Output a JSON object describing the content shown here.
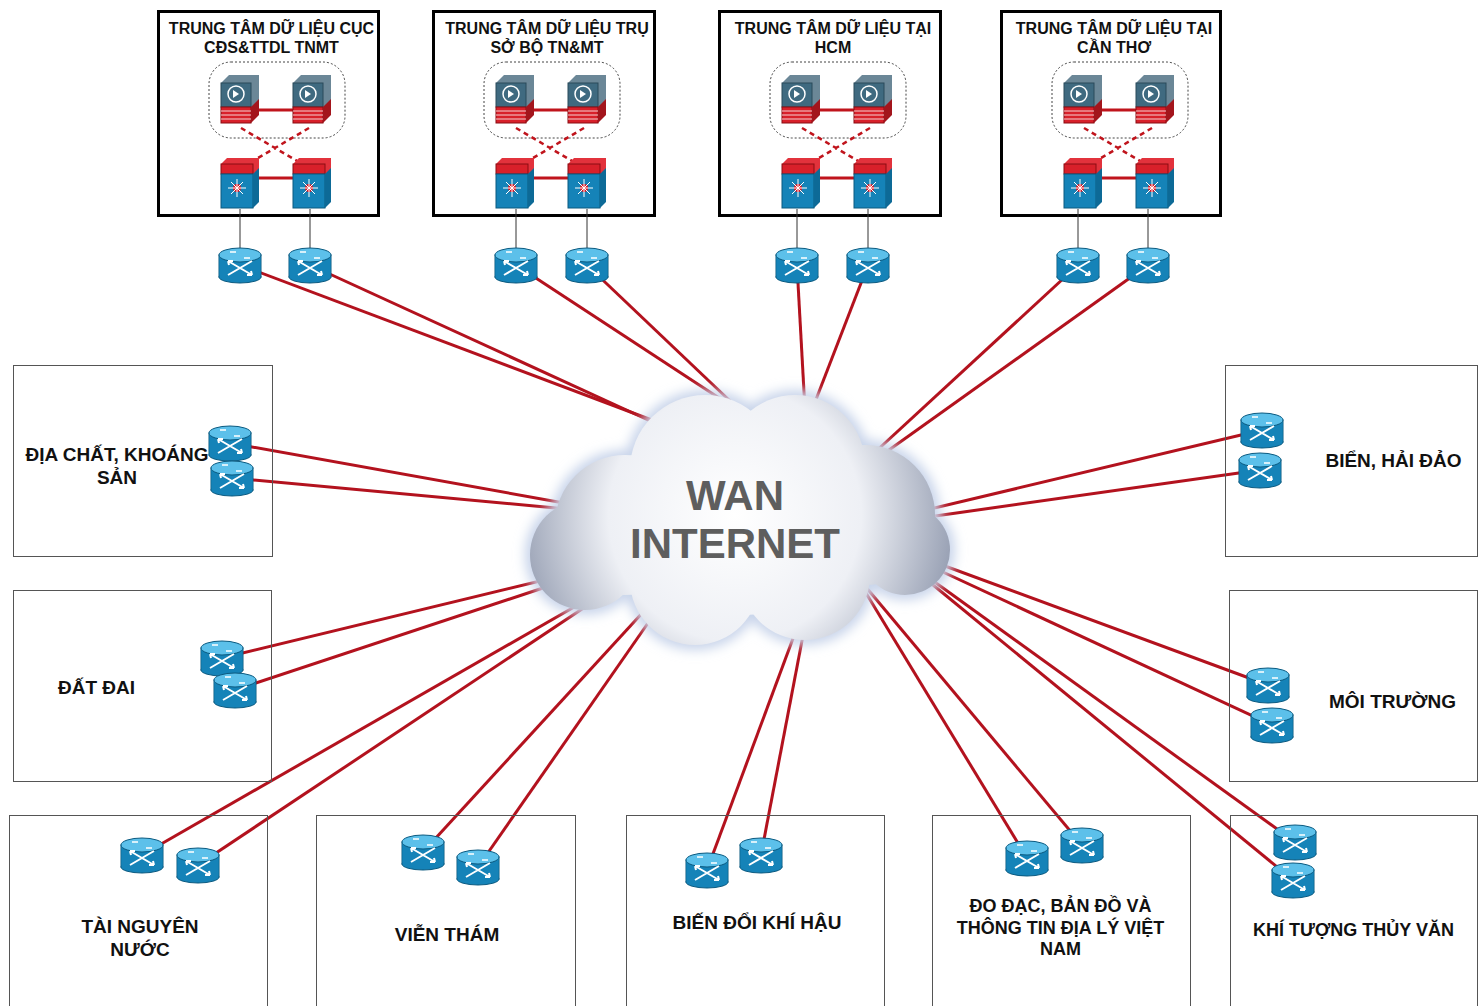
{
  "diagram": {
    "nodes": [
      {
        "text": [
          "TRUNG TÂM DỮ LIỆU CỤC CĐS&TTDL TNMT"
        ]
      },
      {
        "text": [
          "TRUNG TÂM DỮ LIỆU TRỤ SỞ BỘ TN&MT"
        ]
      },
      {
        "text": [
          "TRUNG TÂM DỮ LIỆU TẠI HCM"
        ]
      },
      {
        "text": [
          "TRUNG TÂM DỮ LIỆU TẠI CẦN THƠ"
        ]
      },
      {
        "text": [
          "ĐỊA CHẤT, KHOÁNG SẢN"
        ]
      },
      {
        "text": [
          "WAN INTERNET"
        ]
      },
      {
        "text": [
          "BIỂN, HẢI ĐẢO"
        ]
      },
      {
        "text": [
          "ĐẤT ĐAI"
        ]
      },
      {
        "text": [
          "MÔI TRƯỜNG"
        ]
      },
      {
        "text": [
          "TÀI NGUYÊN NƯỚC"
        ]
      },
      {
        "text": [
          "VIỄN THÁM"
        ]
      },
      {
        "text": [
          "BIẾN ĐỔI KHÍ HẬU"
        ]
      },
      {
        "text": [
          "ĐO ĐẠC, BẢN ĐỒ VÀ THÔNG TIN ĐỊA LÝ VIỆT NAM"
        ]
      },
      {
        "text": [
          "KHÍ TƯỢNG THỦY VĂN"
        ]
      }
    ],
    "edges": [
      {
        "from": 0,
        "to": 5,
        "arrow": "none"
      },
      {
        "from": 0,
        "to": 5,
        "arrow": "none"
      },
      {
        "from": 1,
        "to": 5,
        "arrow": "none"
      },
      {
        "from": 1,
        "to": 5,
        "arrow": "none"
      },
      {
        "from": 2,
        "to": 5,
        "arrow": "none"
      },
      {
        "from": 2,
        "to": 5,
        "arrow": "none"
      },
      {
        "from": 3,
        "to": 5,
        "arrow": "none"
      },
      {
        "from": 3,
        "to": 5,
        "arrow": "none"
      },
      {
        "from": 4,
        "to": 5,
        "arrow": "none"
      },
      {
        "from": 4,
        "to": 5,
        "arrow": "none"
      },
      {
        "from": 6,
        "to": 5,
        "arrow": "none"
      },
      {
        "from": 6,
        "to": 5,
        "arrow": "none"
      },
      {
        "from": 7,
        "to": 5,
        "arrow": "none"
      },
      {
        "from": 7,
        "to": 5,
        "arrow": "none"
      },
      {
        "from": 8,
        "to": 5,
        "arrow": "none"
      },
      {
        "from": 8,
        "to": 5,
        "arrow": "none"
      },
      {
        "from": 9,
        "to": 5,
        "arrow": "none"
      },
      {
        "from": 9,
        "to": 5,
        "arrow": "none"
      },
      {
        "from": 10,
        "to": 5,
        "arrow": "none"
      },
      {
        "from": 10,
        "to": 5,
        "arrow": "none"
      },
      {
        "from": 11,
        "to": 5,
        "arrow": "none"
      },
      {
        "from": 11,
        "to": 5,
        "arrow": "none"
      },
      {
        "from": 12,
        "to": 5,
        "arrow": "none"
      },
      {
        "from": 12,
        "to": 5,
        "arrow": "none"
      },
      {
        "from": 13,
        "to": 5,
        "arrow": "none"
      },
      {
        "from": 13,
        "to": 5,
        "arrow": "none"
      }
    ]
  }
}
